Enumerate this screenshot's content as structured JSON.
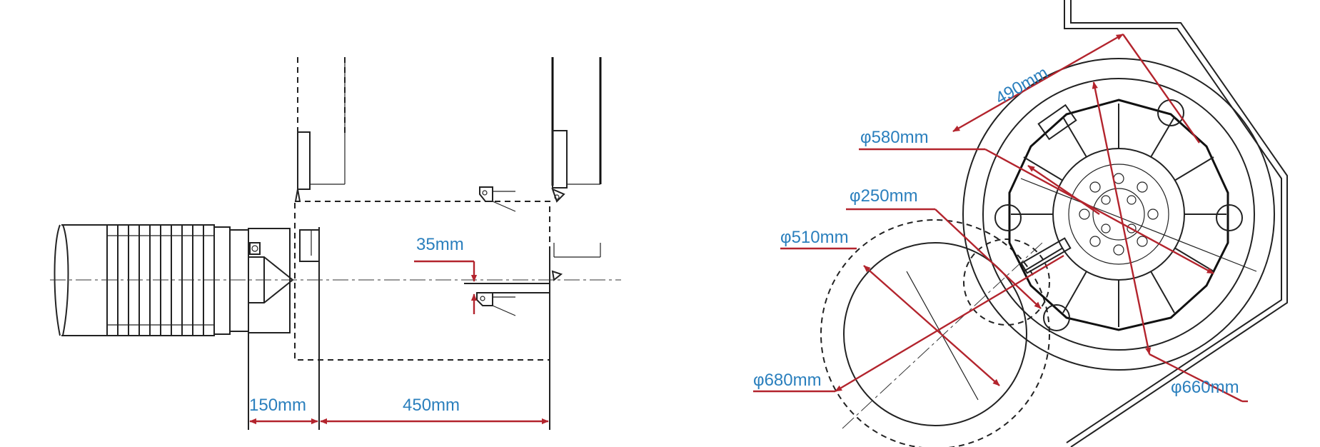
{
  "colors": {
    "dimension_line": "#b3242d",
    "label_text": "#2a7fbd",
    "drawing_ink": "#222222",
    "background": "#ffffff"
  },
  "left_view": {
    "labels": {
      "clearance": "35mm",
      "offset_left": "150mm",
      "stroke": "450mm"
    }
  },
  "right_view": {
    "labels": {
      "travel": "490mm",
      "diameter_580": "φ580mm",
      "diameter_250": "φ250mm",
      "diameter_510": "φ510mm",
      "diameter_680": "φ680mm",
      "diameter_660": "φ660mm"
    }
  }
}
